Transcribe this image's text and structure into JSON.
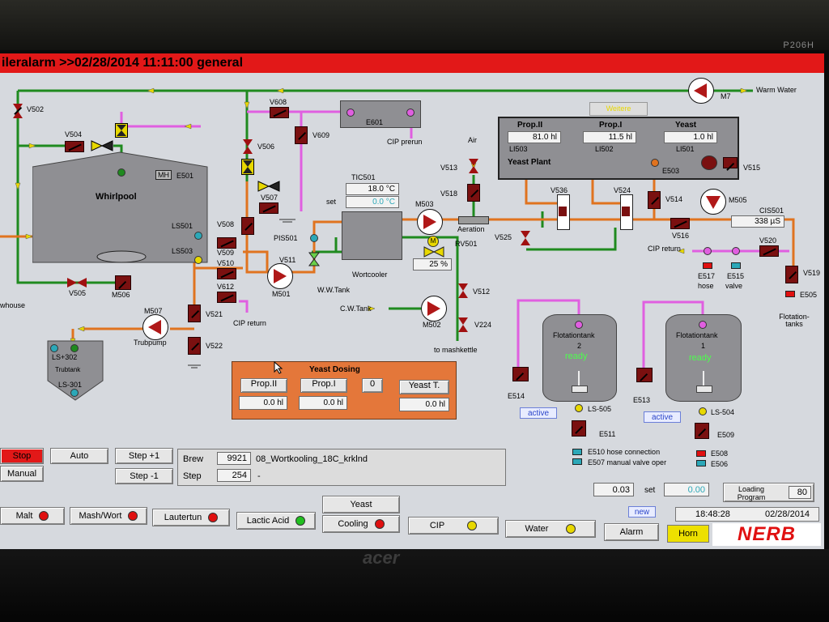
{
  "monitor": {
    "model": "P206H",
    "brand": "acer"
  },
  "alarm_bar": {
    "text": "ileralarm >>02/28/2014 11:11:00 general"
  },
  "whirlpool": {
    "name": "Whirlpool",
    "mh": "MH",
    "id": "E501",
    "ls501": "LS501",
    "ls503": "LS503"
  },
  "trubtank": {
    "name": "Trubtank",
    "ls302": "LS+302",
    "ls301": "LS-301"
  },
  "labels": {
    "v502": "V502",
    "v504": "V504",
    "v505": "V505",
    "m506": "M506",
    "v506": "V506",
    "v507": "V507",
    "v508": "V508",
    "v509": "V509",
    "v510": "V510",
    "v521": "V521",
    "v522": "V522",
    "v608": "V608",
    "v609": "V609",
    "v612": "V612",
    "m501": "M501",
    "m507": "M507",
    "trubpump": "Trubpump",
    "cip_return_left": "CIP return",
    "e601": "E601",
    "cip_prerun": "CIP prerun",
    "pis501": "PIS501",
    "v511": "V511",
    "ww_tank": "W.W.Tank",
    "cw_tank": "C.W.Tank",
    "wortcooler": "Wortcooler",
    "tic501": "TIC501",
    "set": "set",
    "m503": "M503",
    "m502": "M502",
    "v512": "V512",
    "v224": "V224",
    "to_mashkettle": "to mashkettle",
    "rv501": "RV501",
    "air": "Air",
    "v513": "V513",
    "v518": "V518",
    "aeration": "Aeration",
    "v525": "V525",
    "v536": "V536",
    "v524": "V524",
    "v514": "V514",
    "m505": "M505",
    "e503": "E503",
    "v515": "V515",
    "m7": "M7",
    "warm_water": "Warm Water",
    "v516": "V516",
    "cis501": "CIS501",
    "cip_return_right": "CIP return",
    "v520": "V520",
    "v519": "V519",
    "e505": "E505",
    "e517": "E517",
    "e515": "E515",
    "hose": "hose",
    "valve": "valve",
    "flotation_tanks": "Flotation-tanks",
    "house": "whouse",
    "e514": "E514",
    "e513": "E513",
    "ls505": "LS-505",
    "ls504": "LS-504",
    "e511": "E511",
    "e509": "E509",
    "e510_line": "E510  hose connection",
    "e507_line": "E507  manual valve oper",
    "e508": "E508",
    "e506": "E506",
    "m_mark": "M"
  },
  "tic501": {
    "actual": "18.0 °C",
    "setpoint": "0.0 °C"
  },
  "rv501": {
    "percent": "25 %"
  },
  "cis501": {
    "value": "338 µS"
  },
  "yeast_plant": {
    "title": "Yeast Plant",
    "header_tag": "Weitere",
    "cols": [
      {
        "name": "Prop.II",
        "value": "81.0 hl",
        "tag": "LI503"
      },
      {
        "name": "Prop.I",
        "value": "11.5 hl",
        "tag": "LI502"
      },
      {
        "name": "Yeast",
        "value": "1.0 hl",
        "tag": "LI501"
      }
    ]
  },
  "flotation_tanks": [
    {
      "title": "Flotationtank",
      "number": "2",
      "status": "ready",
      "badge": "active"
    },
    {
      "title": "Flotationtank",
      "number": "1",
      "status": "ready",
      "badge": "active"
    }
  ],
  "yeast_dosing": {
    "title": "Yeast Dosing",
    "buttons": [
      "Prop.II",
      "Prop.I",
      "0",
      "Yeast T."
    ],
    "values": [
      "0.0 hl",
      "0.0 hl",
      "0.0 hl"
    ]
  },
  "controls": {
    "stop": "Stop",
    "manual": "Manual",
    "auto": "Auto",
    "step_plus": "Step +1",
    "step_minus": "Step -1",
    "brew_label": "Brew",
    "brew_number": "9921",
    "brew_recipe": "08_Wortkooling_18C_krklnd",
    "step_label": "Step",
    "step_number": "254",
    "step_dash": "-",
    "value_a": "0.03",
    "set_label": "set",
    "set_value": "0.00",
    "loading_program": "Loading Program",
    "loading_program_number": "80",
    "new_badge": "new",
    "time": "18:48:28",
    "date": "02/28/2014"
  },
  "bottom_nav": [
    {
      "label": "Malt",
      "lamp": "#e01010"
    },
    {
      "label": "Mash/Wort",
      "lamp": "#e01010"
    },
    {
      "label": "Lautertun",
      "lamp": "#e01010"
    },
    {
      "label": "Lactic Acid",
      "lamp": "#22c020"
    },
    {
      "label": "Yeast",
      "lamp": ""
    },
    {
      "label": "Cooling",
      "lamp": "#e01010"
    },
    {
      "label": "CIP",
      "lamp": "#e8d800"
    },
    {
      "label": "Water",
      "lamp": "#e8d800"
    },
    {
      "label": "Alarm",
      "lamp": ""
    }
  ],
  "horn": "Horn",
  "logo": "NERB",
  "colors": {
    "alarm": "#e21818",
    "wort_pipe": "#e0731f",
    "water_pipe": "#1f8a1f",
    "cip_pipe": "#e05fe0",
    "tank": "#8f8f93",
    "dosing_panel": "#e4773a"
  }
}
